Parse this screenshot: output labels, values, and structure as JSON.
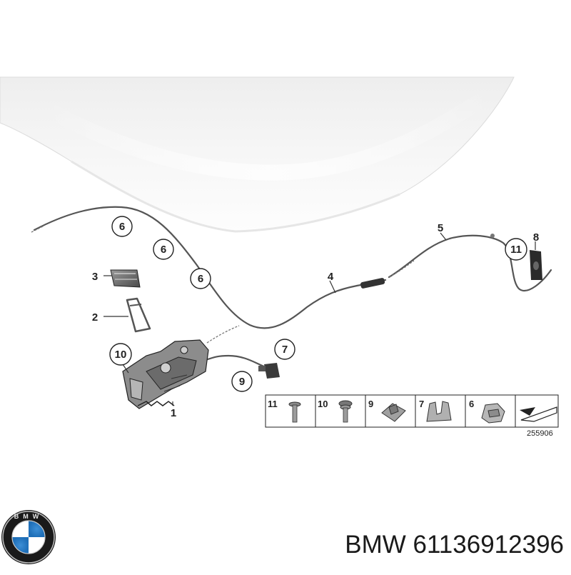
{
  "diagram": {
    "callouts": {
      "c6a": "6",
      "c6b": "6",
      "c6c": "6",
      "c5": "5",
      "c8": "8",
      "c11": "11",
      "c3": "3",
      "c4": "4",
      "c2": "2",
      "c10": "10",
      "c7": "7",
      "c9": "9",
      "c1": "1"
    },
    "legend": {
      "cells": [
        "11",
        "10",
        "9",
        "7",
        "6"
      ]
    },
    "reference_number": "255906"
  },
  "branding": {
    "logo_letters": "BMW",
    "part_label": "BMW 61136912396"
  }
}
